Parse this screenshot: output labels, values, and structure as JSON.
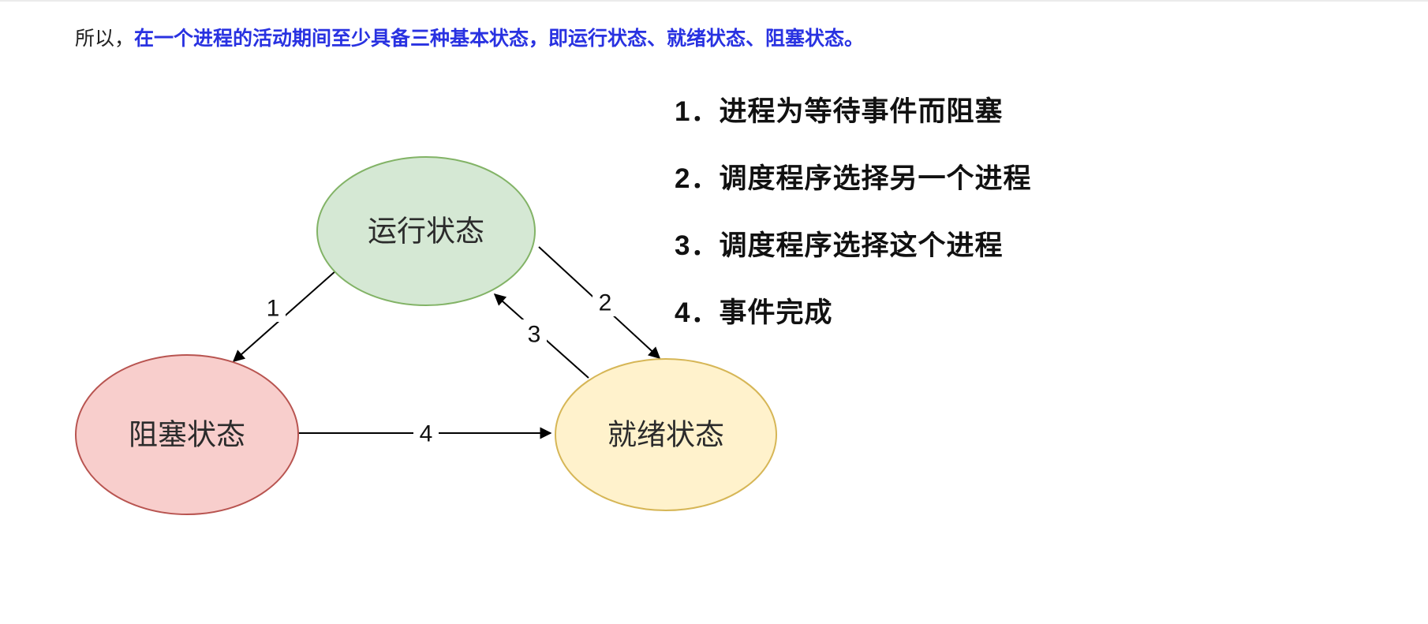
{
  "intro": {
    "prefix": "所以，",
    "highlight": "在一个进程的活动期间至少具备三种基本状态，即运行状态、就绪状态、阻塞状态。"
  },
  "diagram": {
    "nodes": [
      {
        "id": "running",
        "label": "运行状态",
        "fill": "#d5e8d4",
        "stroke": "#82b366"
      },
      {
        "id": "blocked",
        "label": "阻塞状态",
        "fill": "#f8cecc",
        "stroke": "#b85450"
      },
      {
        "id": "ready",
        "label": "就绪状态",
        "fill": "#fff2cc",
        "stroke": "#d6b656"
      }
    ],
    "edges": [
      {
        "label": "1",
        "from": "running",
        "to": "blocked"
      },
      {
        "label": "2",
        "from": "running",
        "to": "ready"
      },
      {
        "label": "3",
        "from": "ready",
        "to": "running"
      },
      {
        "label": "4",
        "from": "blocked",
        "to": "ready"
      }
    ]
  },
  "legend": {
    "items": [
      "1．进程为等待事件而阻塞",
      "2．调度程序选择另一个进程",
      "3．调度程序选择这个进程",
      "4．事件完成"
    ]
  },
  "colors": {
    "highlight_text": "#2932e1",
    "arrow": "#000000",
    "running_fill": "#d5e8d4",
    "running_stroke": "#82b366",
    "blocked_fill": "#f8cecc",
    "blocked_stroke": "#b85450",
    "ready_fill": "#fff2cc",
    "ready_stroke": "#d6b656"
  }
}
